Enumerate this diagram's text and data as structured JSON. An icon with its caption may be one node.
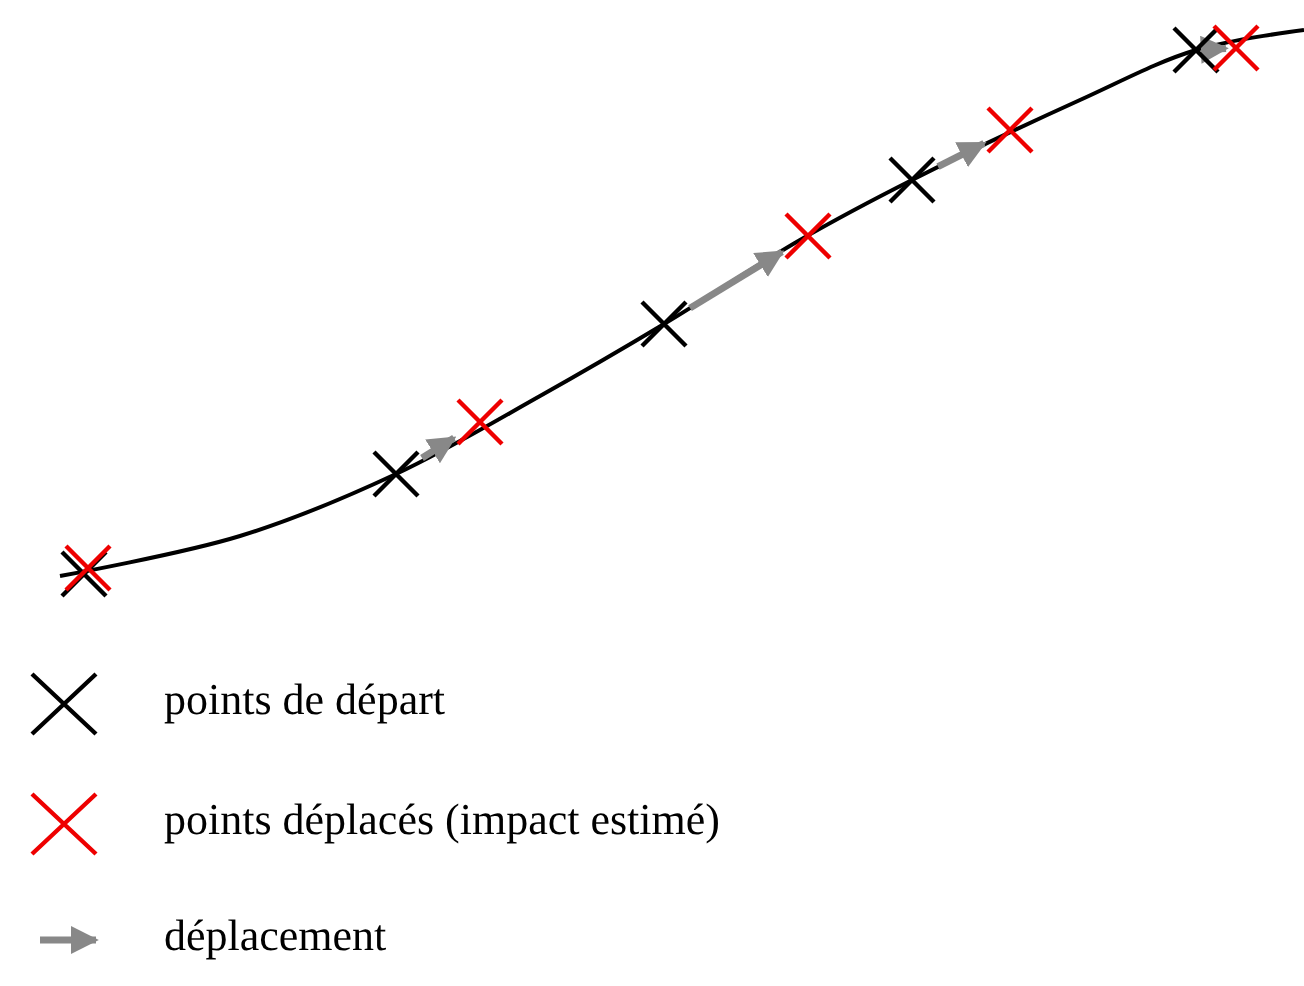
{
  "diagram": {
    "nodes": [
      {
        "text": [],
        "shape": "cross"
      },
      {
        "text": [],
        "shape": "cross"
      },
      {
        "text": [],
        "shape": "cross"
      },
      {
        "text": [],
        "shape": "cross"
      },
      {
        "text": [],
        "shape": "cross"
      },
      {
        "text": [],
        "shape": "cross"
      },
      {
        "text": [],
        "shape": "cross"
      },
      {
        "text": [],
        "shape": "cross"
      },
      {
        "text": [],
        "shape": "cross"
      },
      {
        "text": [],
        "shape": "cross"
      }
    ],
    "edges": [
      {
        "from": 2,
        "to": 3,
        "arrow": "to"
      },
      {
        "from": 4,
        "to": 5,
        "arrow": "to"
      },
      {
        "from": 6,
        "to": 7,
        "arrow": "to"
      },
      {
        "from": 8,
        "to": 9,
        "arrow": "to"
      }
    ],
    "legend": [
      {
        "text": "points de départ"
      },
      {
        "text": "points déplacés (impact estimé)"
      },
      {
        "text": "déplacement"
      }
    ]
  }
}
